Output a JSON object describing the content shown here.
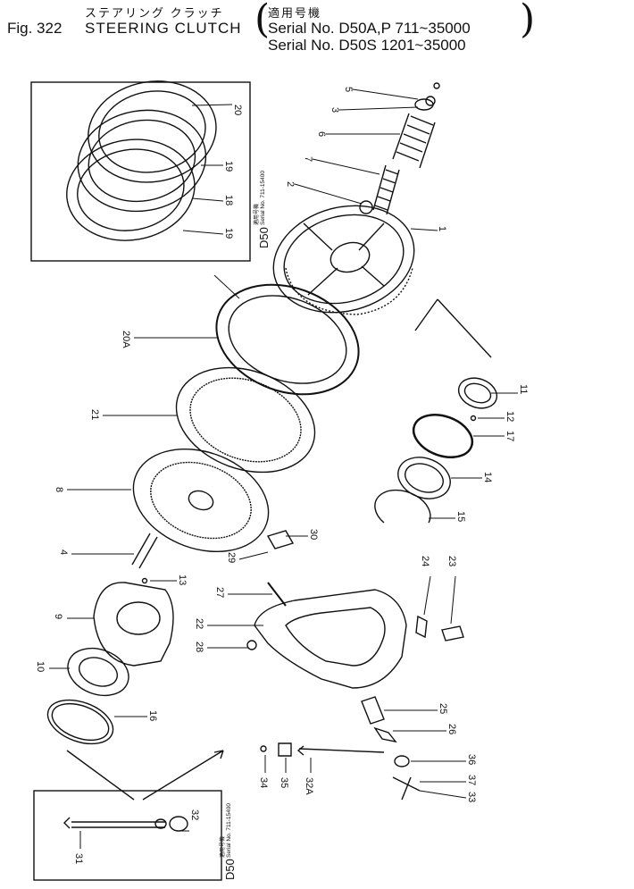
{
  "header": {
    "figure_no": "Fig. 322",
    "title_jp": "ステアリング クラッチ",
    "title_en": "STEERING CLUTCH",
    "applicability_jp": "適用号機",
    "serial_line1": "Serial No. D50A,P 711~35000",
    "serial_line2": "Serial No. D50S 1201~35000",
    "paren_open": "(",
    "paren_close": ")"
  },
  "insets": {
    "top_model": "D50",
    "top_model_jp": "適用号機",
    "top_serial": "Serial No. 711-15400",
    "bottom_model": "D50",
    "bottom_model_jp": "適用号機",
    "bottom_serial": "Serial No. 711-15400"
  },
  "part_labels": {
    "p1": "1",
    "p2": "2",
    "p3": "3",
    "p4": "4",
    "p5": "5",
    "p6": "6",
    "p7": "7",
    "p8": "8",
    "p9": "9",
    "p10": "10",
    "p11": "11",
    "p12": "12",
    "p13": "13",
    "p14": "14",
    "p15": "15",
    "p16": "16",
    "p17": "17",
    "p18": "18",
    "p19a": "19",
    "p19b": "19",
    "p20": "20",
    "p20A": "20A",
    "p21": "21",
    "p22": "22",
    "p23": "23",
    "p24": "24",
    "p25": "25",
    "p26": "26",
    "p27": "27",
    "p28": "28",
    "p29": "29",
    "p30": "30",
    "p31": "31",
    "p32": "32",
    "p32A": "32A",
    "p33": "33",
    "p34": "34",
    "p35": "35",
    "p36": "36",
    "p37": "37"
  }
}
